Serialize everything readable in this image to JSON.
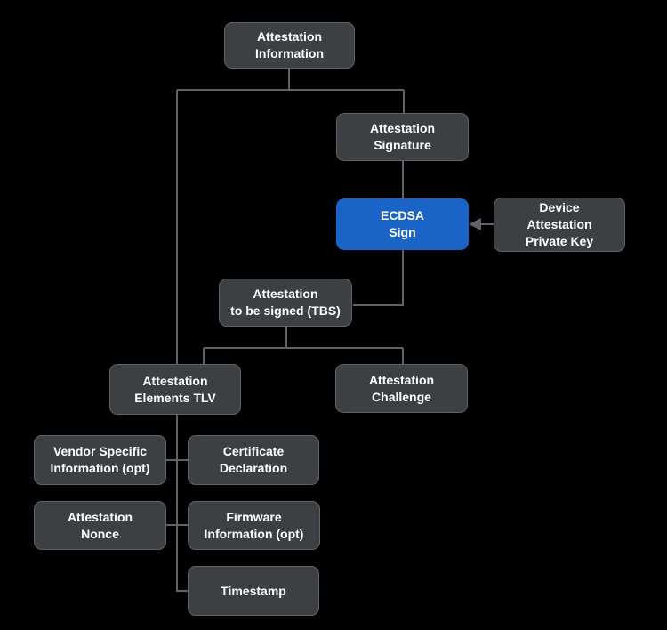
{
  "colors": {
    "bg": "#000000",
    "node_fill": "#3c4043",
    "node_border": "#5f6368",
    "node_text": "#ffffff",
    "highlight_fill": "#1a64c8",
    "line": "#5f6368"
  },
  "nodes": {
    "attestation_information": "Attestation\nInformation",
    "attestation_signature": "Attestation\nSignature",
    "ecdsa_sign": "ECDSA\nSign",
    "device_attestation_private_key": "Device\nAttestation\nPrivate Key",
    "attestation_tbs": "Attestation\nto be signed (TBS)",
    "attestation_elements_tlv": "Attestation\nElements TLV",
    "attestation_challenge": "Attestation\nChallenge",
    "vendor_specific_information": "Vendor Specific\nInformation (opt)",
    "certificate_declaration": "Certificate\nDeclaration",
    "attestation_nonce": "Attestation\nNonce",
    "firmware_information": "Firmware\nInformation (opt)",
    "timestamp": "Timestamp"
  }
}
